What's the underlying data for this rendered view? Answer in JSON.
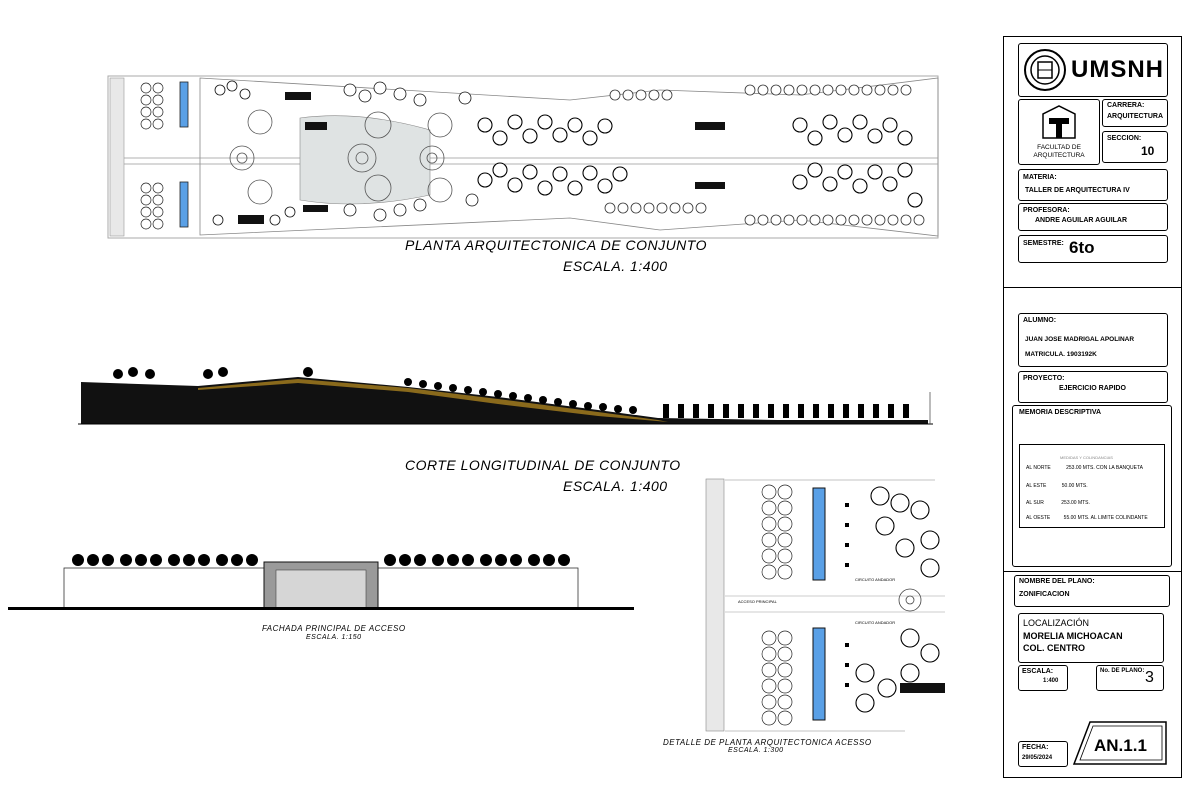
{
  "drawing": {
    "plan_title": "PLANTA ARQUITECTONICA  DE CONJUNTO",
    "plan_scale": "ESCALA. 1:400",
    "section_title": "CORTE LONGITUDINAL DE CONJUNTO",
    "section_scale": "ESCALA. 1:400",
    "facade_title": "FACHADA PRINCIPAL DE ACCESO",
    "facade_scale": "ESCALA. 1:150",
    "detail_title": "DETALLE DE PLANTA ARQUITECTONICA ACESSO",
    "detail_scale": "ESCALA. 1:300",
    "detail_labels": {
      "access": "ACCESO PRINCIPAL",
      "circuit_a": "CIRCUITO ANDADOR",
      "circuit_b": "CIRCUITO ANDADOR"
    }
  },
  "title_block": {
    "logo_text": "UMSNH",
    "faculty": "FACULTAD DE ARQUITECTURA",
    "carrera_label": "CARRERA:",
    "carrera_value": "ARQUITECTURA",
    "seccion_label": "SECCION:",
    "seccion_value": "10",
    "materia_label": "MATERIA:",
    "materia_value": "TALLER DE ARQUITECTURA IV",
    "profesora_label": "PROFESORA:",
    "profesora_value": "ANDRE AGUILAR AGUILAR",
    "semestre_label": "SEMESTRE:",
    "semestre_value": "6to",
    "alumno_label": "ALUMNO:",
    "alumno_name": "JUAN JOSE MADRIGAL APOLINAR",
    "matricula": "MATRICULA. 1903192K",
    "proyecto_label": "PROYECTO:",
    "proyecto_value": "EJERCICIO RAPIDO",
    "memoria_label": "MEMORIA DESCRIPTIVA",
    "memoria_header": "MEDIDAS Y COLINDANCIAS",
    "memoria_rows": [
      {
        "side": "AL NORTE",
        "value": "253.00  MTS. CON  LA BANQUETA"
      },
      {
        "side": "AL ESTE",
        "value": "50.00  MTS."
      },
      {
        "side": "AL SUR",
        "value": "253.00  MTS."
      },
      {
        "side": "AL OESTE",
        "value": "55.00 MTS. AL LIMITE COLINDANTE"
      }
    ],
    "nombre_plano_label": "NOMBRE DEL PLANO:",
    "nombre_plano_value": "ZONIFICACION",
    "localizacion_label": "LOCALIZACIÓN",
    "localizacion_line1": "MORELIA MICHOACAN",
    "localizacion_line2": "COL. CENTRO",
    "escala_label": "ESCALA:",
    "escala_value": "1:400",
    "no_plano_label": "No. DE PLANO:",
    "no_plano_value": "3",
    "fecha_label": "FECHA:",
    "fecha_value": "29/05/2024",
    "sheet_code": "AN.1.1"
  }
}
